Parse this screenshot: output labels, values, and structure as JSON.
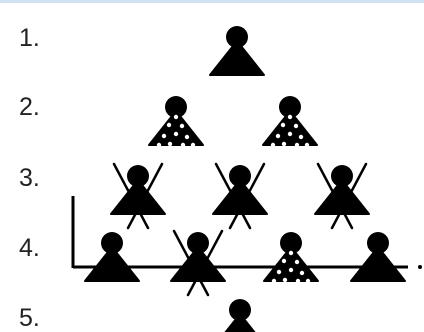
{
  "row_labels": [
    "1.",
    "2.",
    "3.",
    "4.",
    "5."
  ],
  "rows": [
    [
      "solid"
    ],
    [
      "dotted",
      "dotted"
    ],
    [
      "crossed",
      "crossed",
      "crossed"
    ],
    [
      "solid",
      "crossed",
      "dotted",
      "solid"
    ],
    [
      "solid"
    ]
  ],
  "colors": {
    "figure": "#000000",
    "background": "#ffffff",
    "top_strip": "#cfe1f3",
    "label_text": "#222222"
  }
}
